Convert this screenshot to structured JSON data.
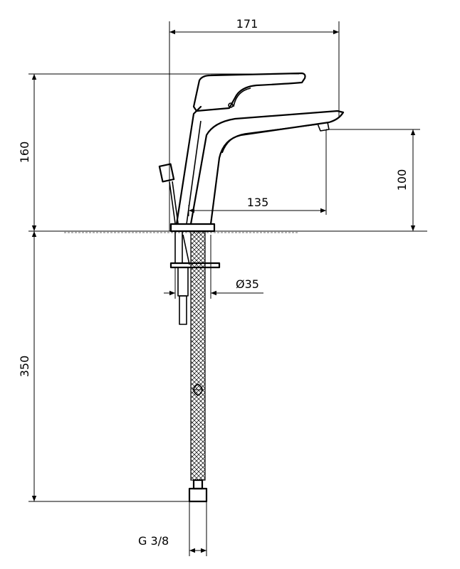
{
  "dimensions": {
    "top_width": "171",
    "total_height": "160",
    "spout_height": "100",
    "spout_reach": "135",
    "hole_diameter": "Ø35",
    "hose_length": "350",
    "thread": "G 3/8"
  }
}
